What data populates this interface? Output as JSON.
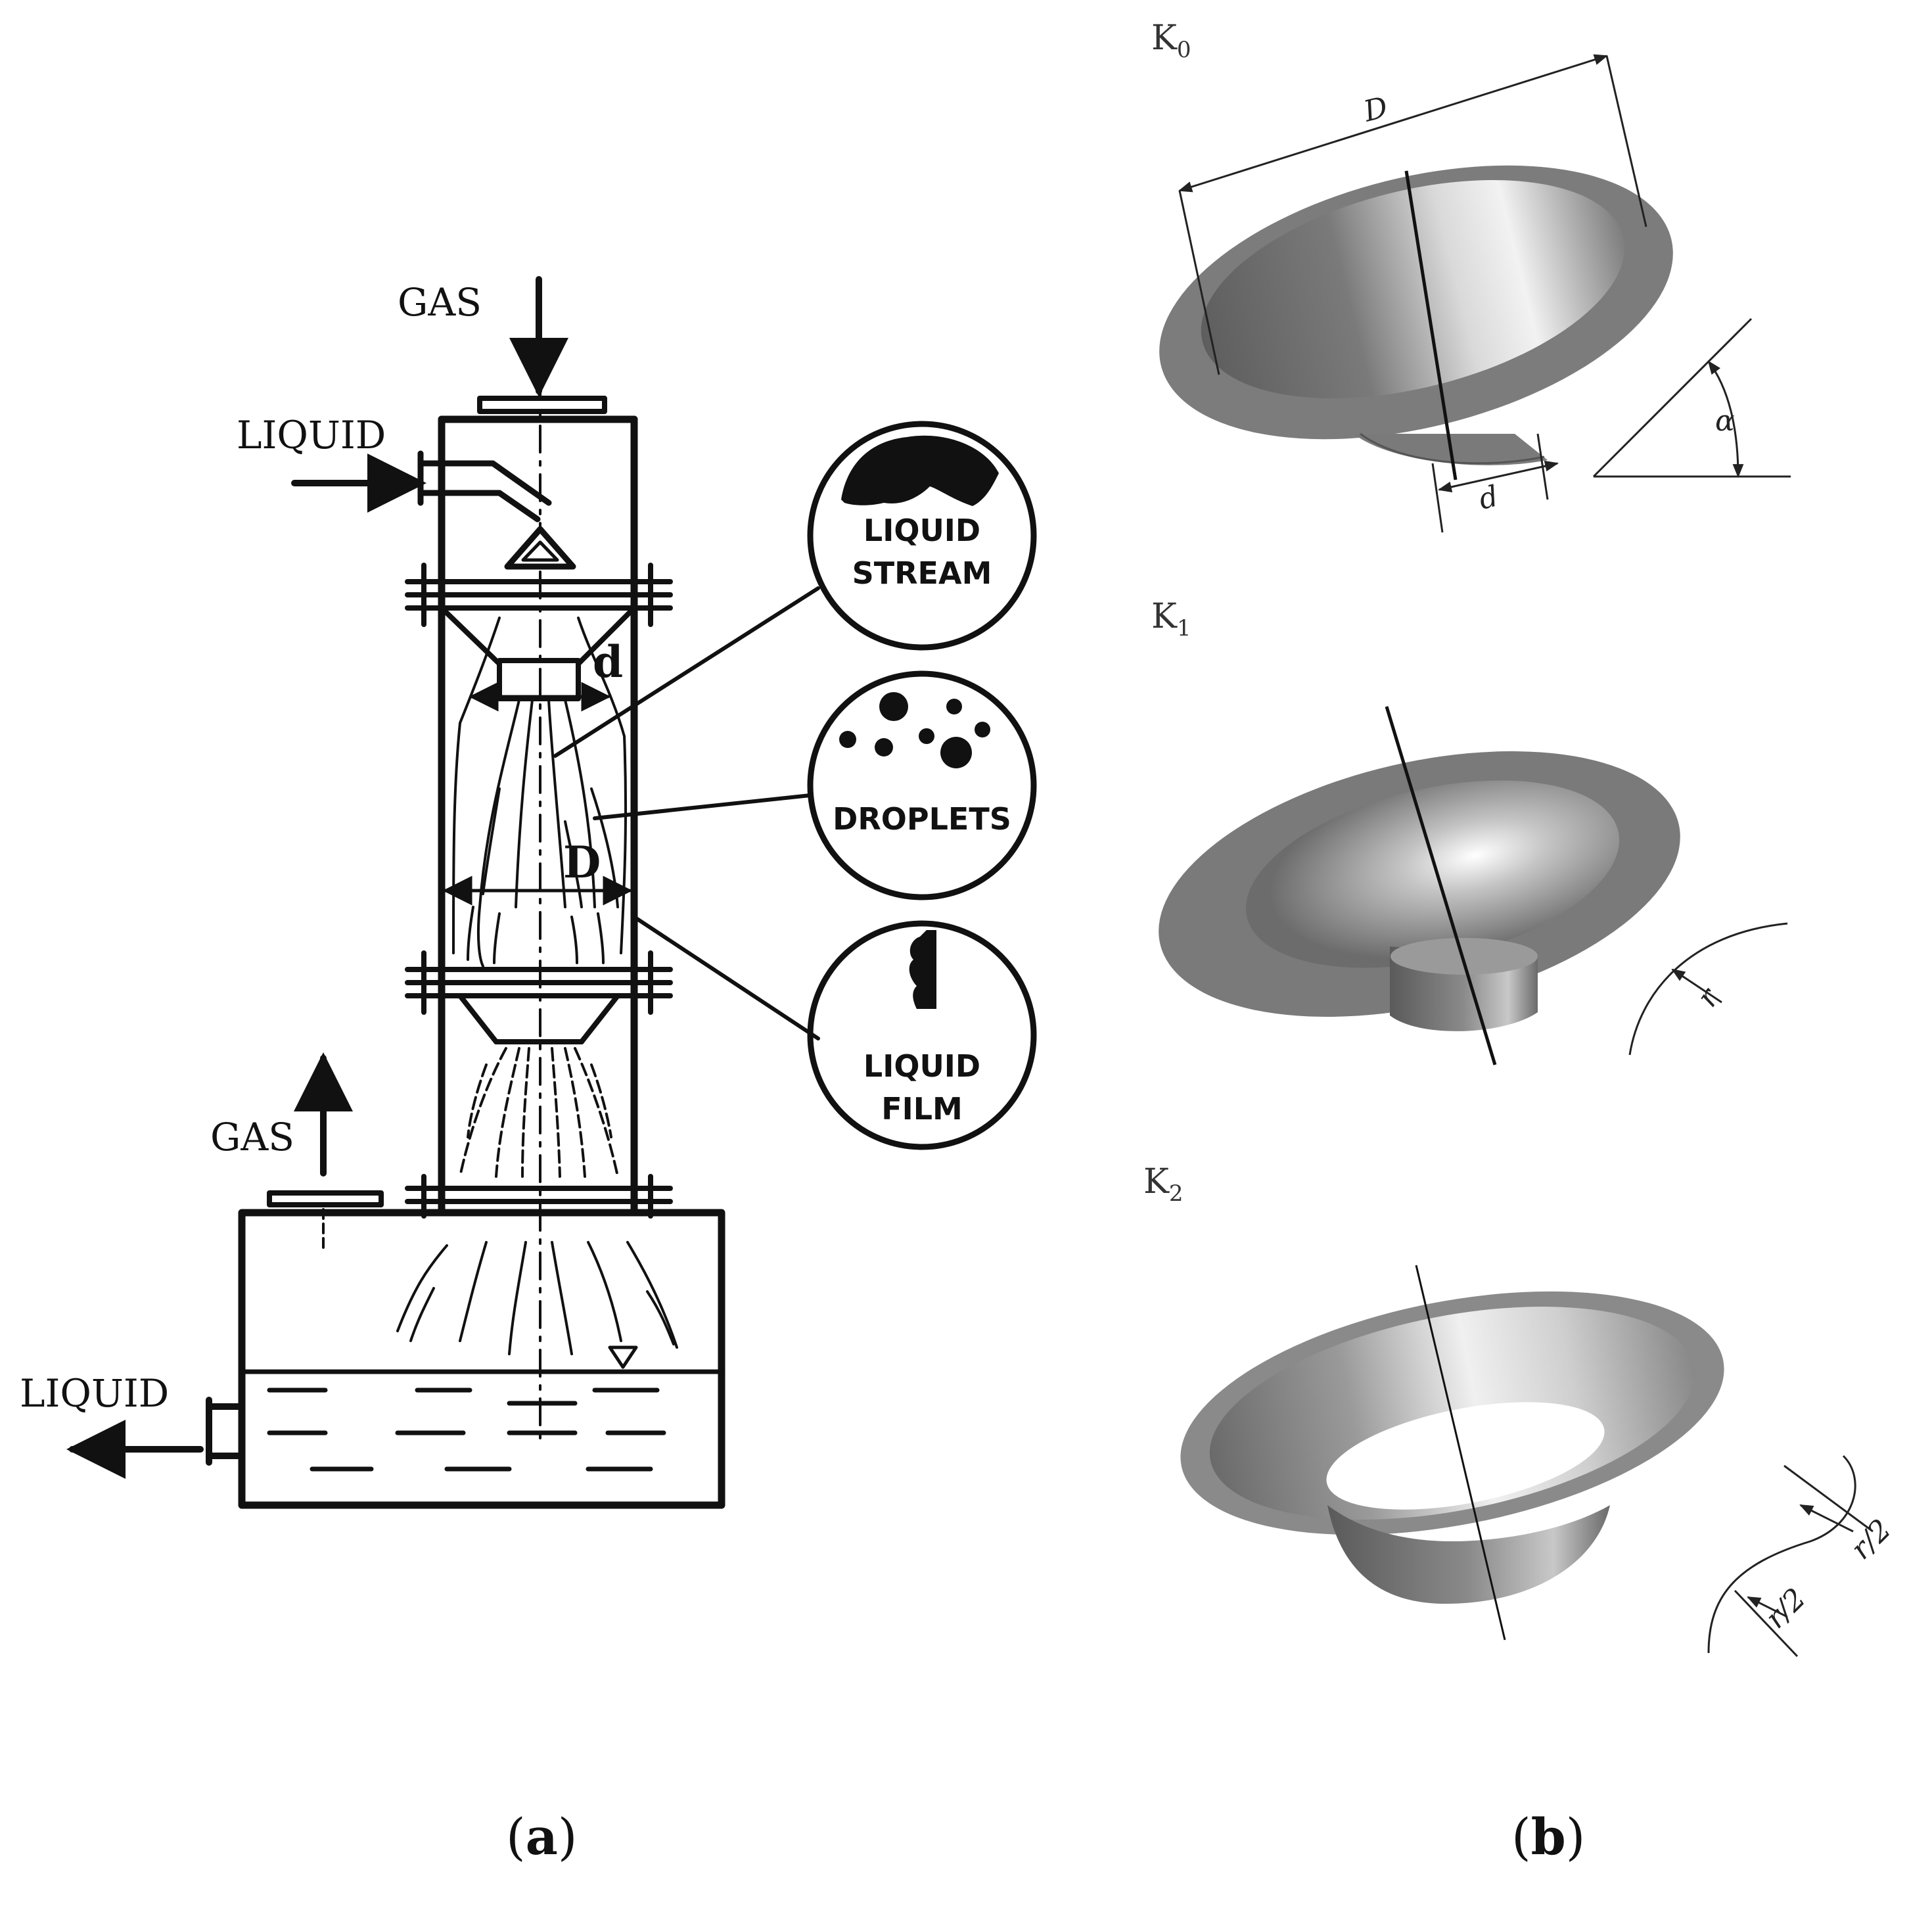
{
  "panel_a": {
    "labels": {
      "gas_in": "GAS",
      "liquid_in": "LIQUID",
      "gas_out": "GAS",
      "liquid_out": "LIQUID",
      "dim_small": "d",
      "dim_large": "D"
    },
    "insets": [
      {
        "line1": "LIQUID",
        "line2": "STREAM"
      },
      {
        "line1": "DROPLETS",
        "line2": ""
      },
      {
        "line1": "LIQUID",
        "line2": "FILM"
      }
    ],
    "caption": {
      "open": "(",
      "letter": "a",
      "close": ")"
    }
  },
  "panel_b": {
    "cones": [
      {
        "name": "K",
        "sub": "0",
        "dims": [
          "D",
          "d",
          "α"
        ]
      },
      {
        "name": "K",
        "sub": "1",
        "dims": [
          "r"
        ]
      },
      {
        "name": "K",
        "sub": "2",
        "dims": [
          "r/2",
          "r/2"
        ]
      }
    ],
    "caption": {
      "open": "(",
      "letter": "b",
      "close": ")"
    }
  },
  "colors": {
    "ink": "#111111",
    "metal_dark": "#6e6e6e",
    "metal_mid": "#8f8f8f",
    "metal_light": "#e8e8e8"
  }
}
